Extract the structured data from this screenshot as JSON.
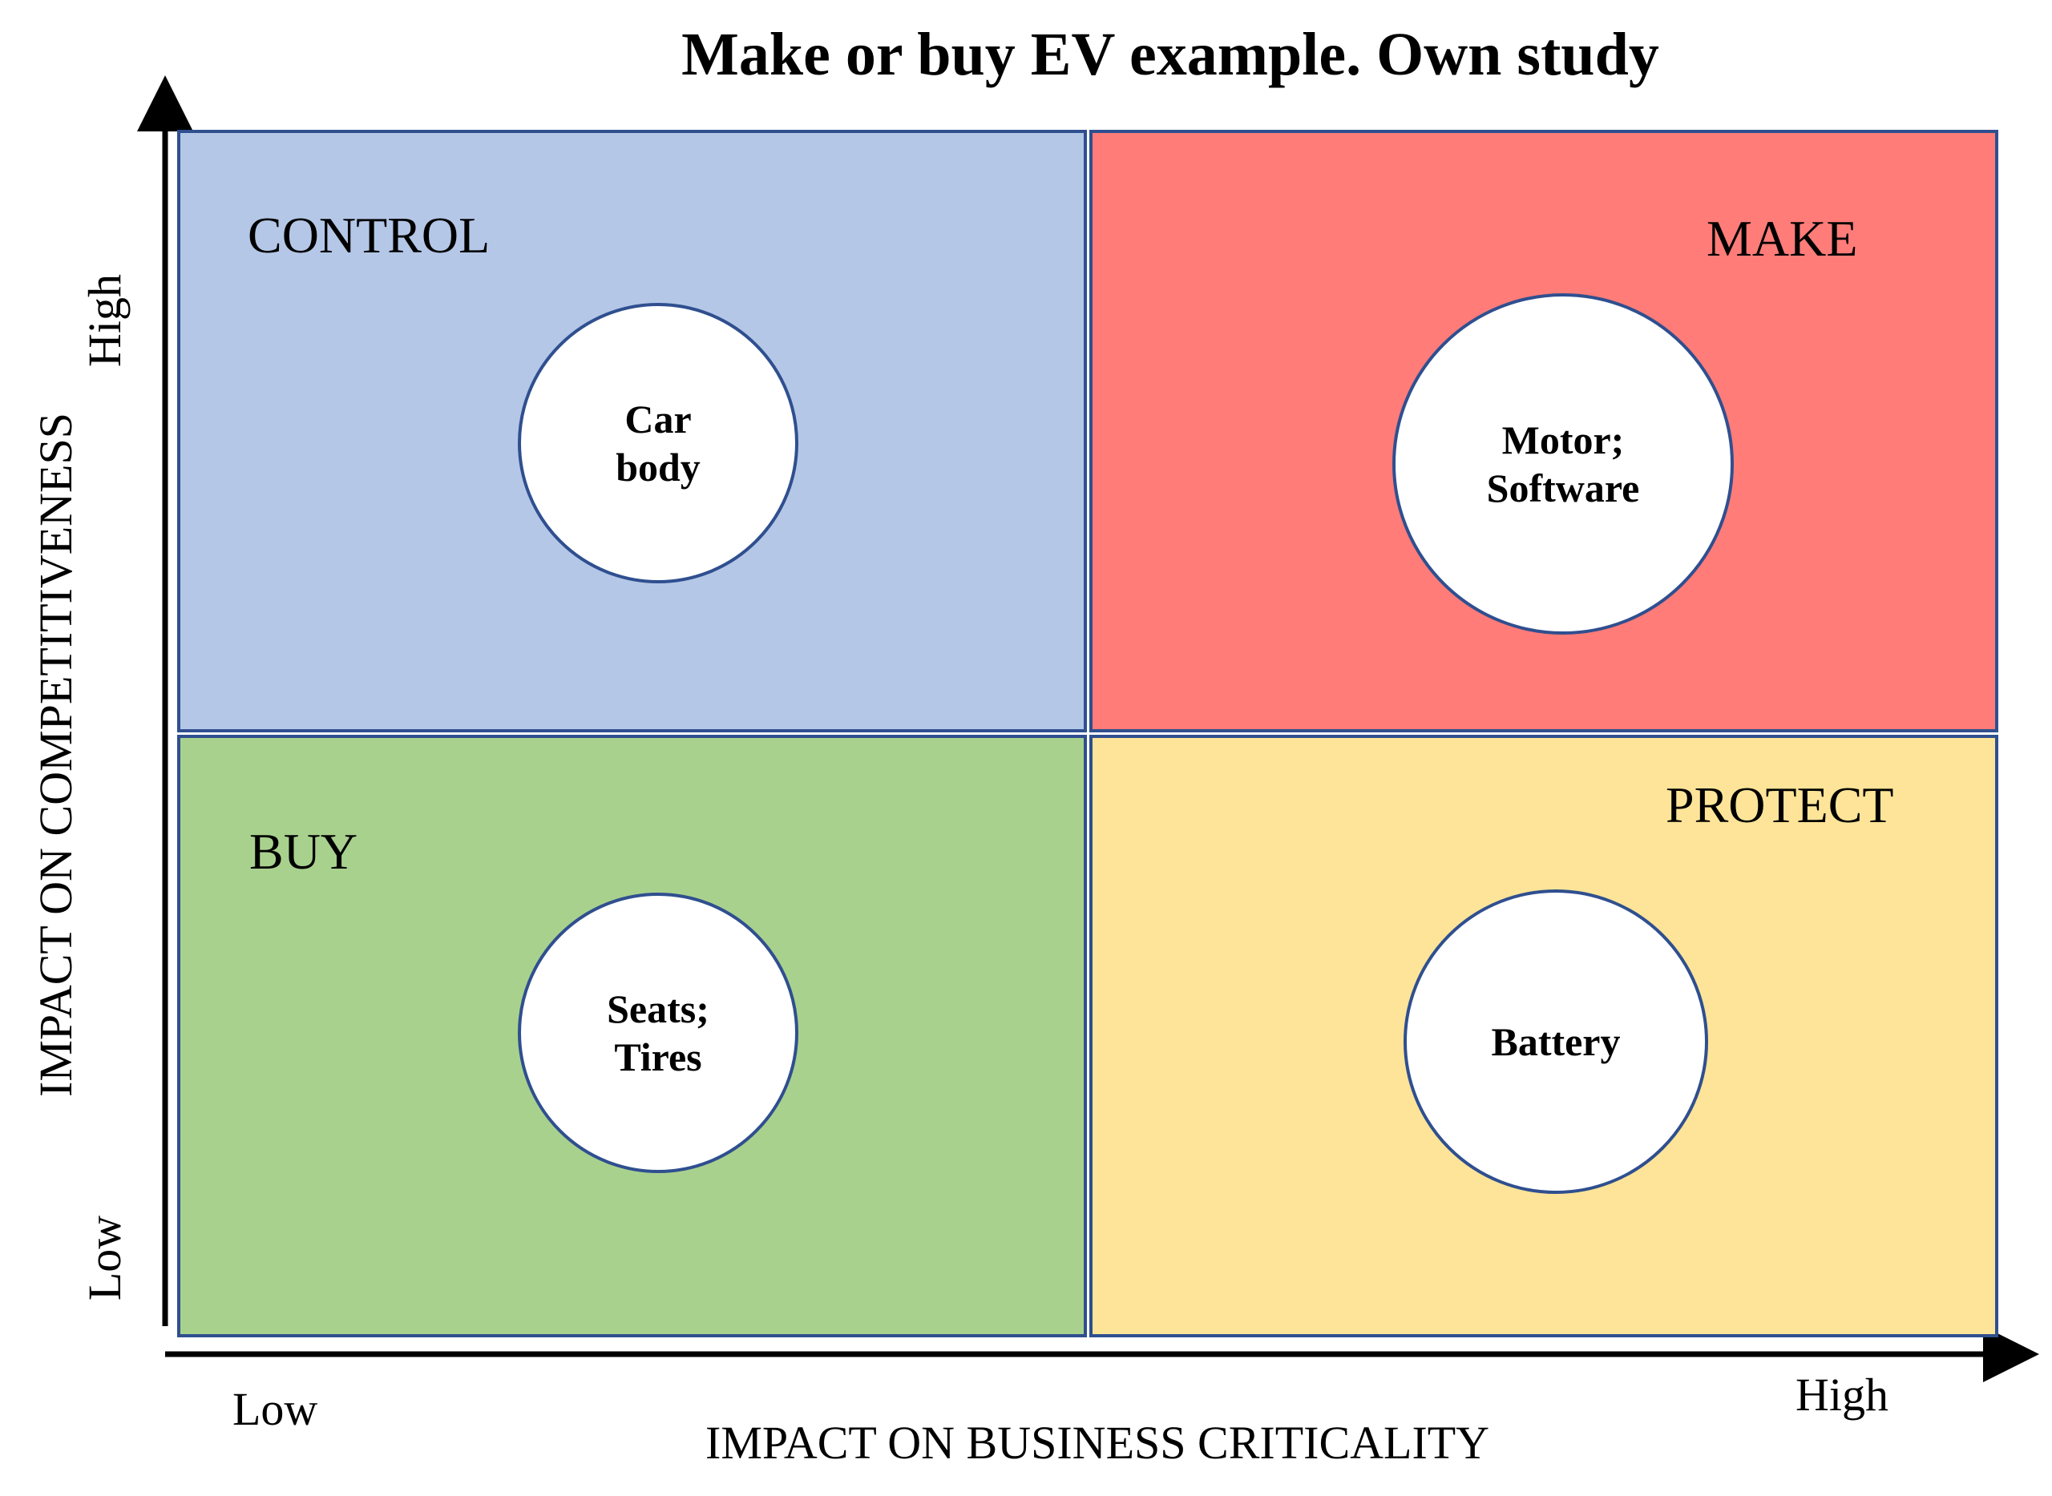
{
  "title": "Make or buy EV example. Own study",
  "axes": {
    "x_label": "IMPACT ON BUSINESS CRITICALITY",
    "x_low": "Low",
    "x_high": "High",
    "y_label": "IMPACT ON COMPETITIVENESS",
    "y_low": "Low",
    "y_high": "High"
  },
  "quadrants": {
    "control": {
      "label": "CONTROL",
      "item": "Car\nbody",
      "color": "#b4c7e7"
    },
    "make": {
      "label": "MAKE",
      "item": "Motor;\nSoftware",
      "color": "#ff7c78"
    },
    "buy": {
      "label": "BUY",
      "item": "Seats;\nTires",
      "color": "#a9d18e"
    },
    "protect": {
      "label": "PROTECT",
      "item": "Battery",
      "color": "#fde498"
    }
  },
  "colors": {
    "border": "#2f4f8f",
    "axis": "#000000"
  }
}
